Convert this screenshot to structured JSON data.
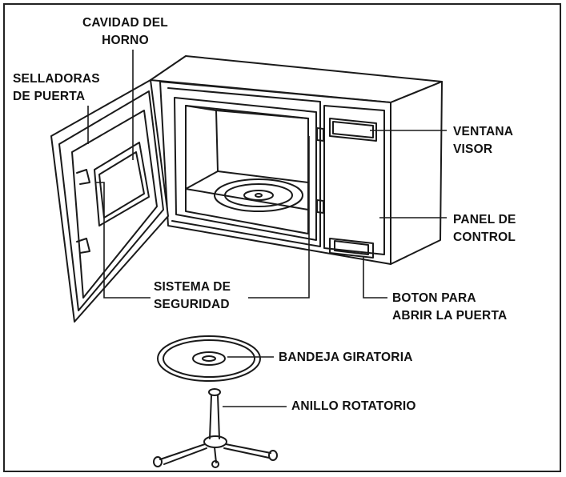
{
  "labels": {
    "cavidad": [
      "CAVIDAD DEL",
      "HORNO"
    ],
    "selladoras": [
      "SELLADORAS",
      "DE PUERTA"
    ],
    "ventana": [
      "VENTANA",
      "VISOR"
    ],
    "panel": [
      "PANEL DE",
      "CONTROL"
    ],
    "sistema": [
      "SISTEMA DE",
      "SEGURIDAD"
    ],
    "boton": [
      "BOTON PARA",
      "ABRIR LA PUERTA"
    ],
    "bandeja": "BANDEJA GIRATORIA",
    "anillo": "ANILLO ROTATORIO"
  },
  "colors": {
    "line": "#1a1a1a",
    "fill": "#ffffff",
    "text": "#111111"
  }
}
